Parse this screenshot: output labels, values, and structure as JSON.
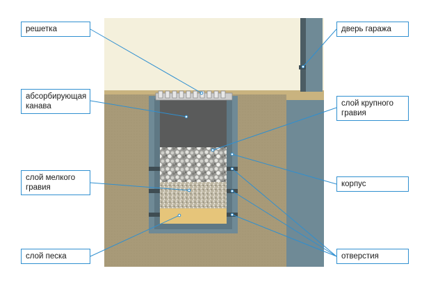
{
  "labels": {
    "grate": "решетка",
    "garage_door": "дверь гаража",
    "absorbing_channel": "абсорбирующая\nканава",
    "coarse_gravel": "слой крупного\nгравия",
    "housing": "корпус",
    "fine_gravel": "слой мелкого\nгравия",
    "sand": "слой песка",
    "holes": "отверстия"
  },
  "colors": {
    "sky_wall": "#f4f0dc",
    "soil": "#a89a78",
    "housing": "#6f8a96",
    "channel": "#5a5b5b",
    "sand": "#e6c57a",
    "frame": "#c9b37f",
    "label_border": "#2f8fd0",
    "leader": "#2f8fd0"
  }
}
